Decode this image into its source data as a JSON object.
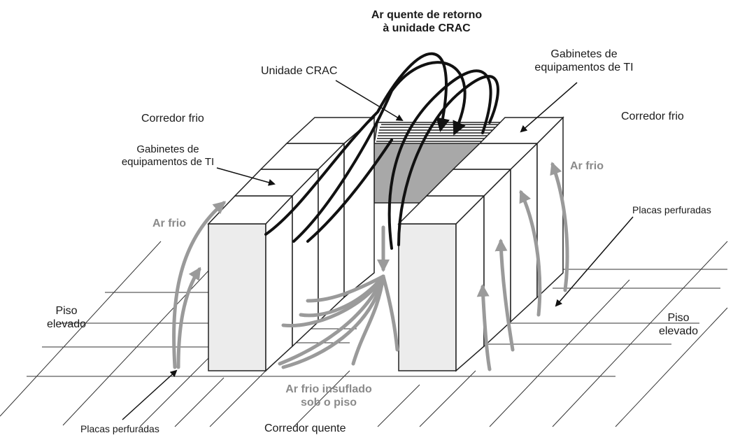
{
  "labels": {
    "hot_air_return": {
      "line1": "Ar quente de retorno",
      "line2": "à unidade CRAC"
    },
    "crac_unit": "Unidade CRAC",
    "cabinets_right": {
      "line1": "Gabinetes de",
      "line2": "equipamentos de TI"
    },
    "cabinets_left": {
      "line1": "Gabinetes de",
      "line2": "equipamentos de TI"
    },
    "cold_aisle_left": "Corredor frio",
    "cold_aisle_right": "Corredor frio",
    "cold_air_left": "Ar frio",
    "cold_air_right": "Ar frio",
    "perforated_tiles_right": "Placas perfuradas",
    "perforated_tiles_left": "Placas perfuradas",
    "raised_floor_left": {
      "line1": "Piso",
      "line2": "elevado"
    },
    "raised_floor_right": {
      "line1": "Piso",
      "line2": "elevado"
    },
    "underfloor_air": {
      "line1": "Ar frio insuflado",
      "line2": "sob o piso"
    },
    "hot_aisle": "Corredor quente"
  },
  "colors": {
    "cold_air_arrow": "#9a9a9a",
    "hot_air_arrow": "#111111",
    "cabinet_front": "#ececec",
    "crac_top": "#a8a8a8",
    "line": "#222222"
  }
}
